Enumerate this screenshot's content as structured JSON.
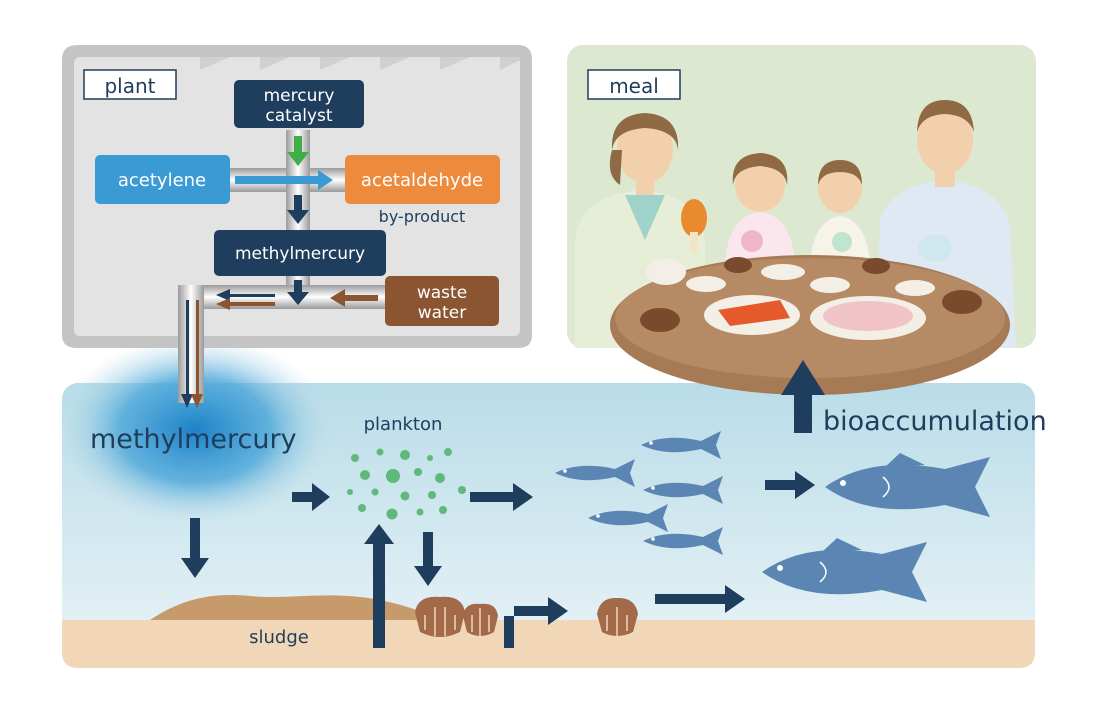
{
  "plant": {
    "title": "plant",
    "mercury_catalyst_line1": "mercury",
    "mercury_catalyst_line2": "catalyst",
    "acetylene": "acetylene",
    "acetaldehyde": "acetaldehyde",
    "by_product": "by-product",
    "methylmercury": "methylmercury",
    "waste_water_line1": "waste",
    "waste_water_line2": "water"
  },
  "meal": {
    "title": "meal"
  },
  "sea": {
    "methylmercury": "methylmercury",
    "plankton": "plankton",
    "sludge": "sludge",
    "bioaccumulation": "bioaccumulation"
  },
  "colors": {
    "navy": "#1f3d5c",
    "blue_box": "#3a9ad4",
    "orange_box": "#ee8a3c",
    "brown_box": "#8a5530",
    "green_arrow": "#3fae49",
    "plant_bg": "#e3e3e3",
    "meal_bg": "#dce8cf",
    "sea_top": "#bcdde8",
    "sand": "#f2d6b8"
  }
}
